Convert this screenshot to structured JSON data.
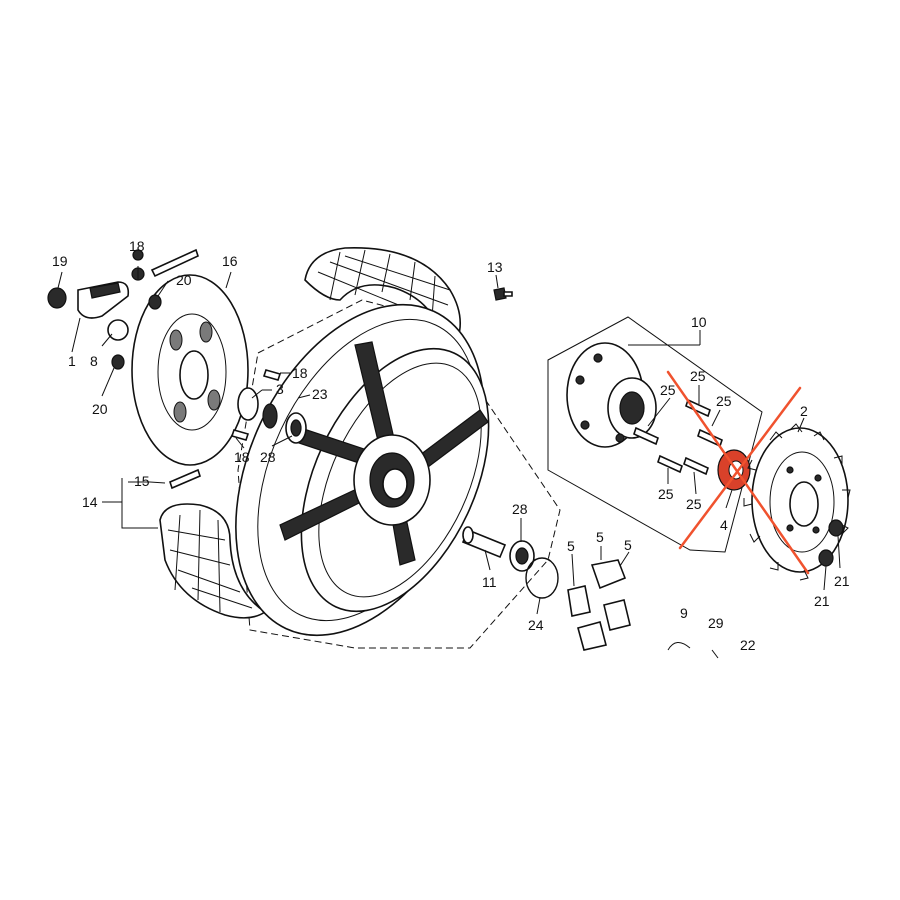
{
  "diagram": {
    "labels": [
      {
        "id": "19",
        "text": "19"
      },
      {
        "id": "18a",
        "text": "18"
      },
      {
        "id": "20a",
        "text": "20"
      },
      {
        "id": "16",
        "text": "16"
      },
      {
        "id": "1",
        "text": "1"
      },
      {
        "id": "8",
        "text": "8"
      },
      {
        "id": "20b",
        "text": "20"
      },
      {
        "id": "13",
        "text": "13"
      },
      {
        "id": "18b",
        "text": "18"
      },
      {
        "id": "3",
        "text": "3"
      },
      {
        "id": "23",
        "text": "23"
      },
      {
        "id": "18c",
        "text": "18"
      },
      {
        "id": "28a",
        "text": "28"
      },
      {
        "id": "15",
        "text": "15"
      },
      {
        "id": "14",
        "text": "14"
      },
      {
        "id": "10",
        "text": "10"
      },
      {
        "id": "25a",
        "text": "25"
      },
      {
        "id": "25b",
        "text": "25"
      },
      {
        "id": "25c",
        "text": "25"
      },
      {
        "id": "25d",
        "text": "25"
      },
      {
        "id": "25e",
        "text": "25"
      },
      {
        "id": "2",
        "text": "2"
      },
      {
        "id": "4",
        "text": "4"
      },
      {
        "id": "21a",
        "text": "21"
      },
      {
        "id": "21b",
        "text": "21"
      },
      {
        "id": "28b",
        "text": "28"
      },
      {
        "id": "11",
        "text": "11"
      },
      {
        "id": "24",
        "text": "24"
      },
      {
        "id": "5a",
        "text": "5"
      },
      {
        "id": "5b",
        "text": "5"
      },
      {
        "id": "5c",
        "text": "5"
      },
      {
        "id": "9",
        "text": "9"
      },
      {
        "id": "29",
        "text": "29"
      },
      {
        "id": "22",
        "text": "22"
      }
    ],
    "strike_mark_color": "#f0522e"
  }
}
